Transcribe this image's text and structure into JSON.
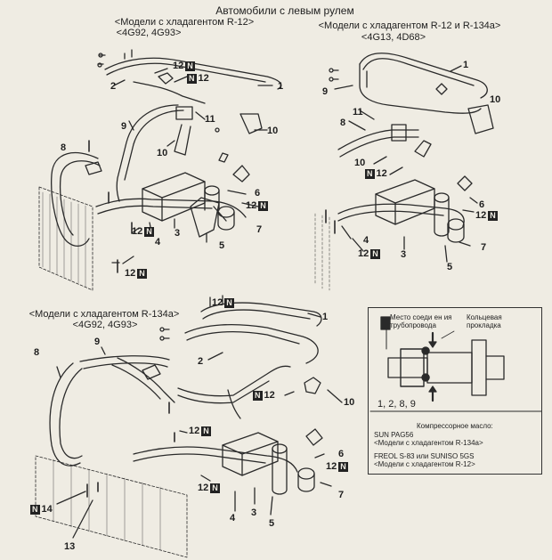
{
  "heading": "Автомобили с левым рулем",
  "sections": {
    "top_left": {
      "title": "<Модели с хладагентом R-12>",
      "engines": "<4G92, 4G93>"
    },
    "top_right": {
      "title": "<Модели с хладагентом R-12 и R-134a>",
      "engines": "<4G13, 4D68>"
    },
    "bottom_left": {
      "title": "<Модели с хладагентом R-134a>",
      "engines": "<4G92, 4G93>"
    }
  },
  "torque_badge": "N",
  "callouts": {
    "tl": [
      "12",
      "12",
      "2",
      "1",
      "11",
      "10",
      "9",
      "10",
      "8",
      "6",
      "12",
      "7",
      "5",
      "3",
      "4",
      "12",
      "12"
    ],
    "tr": [
      "1",
      "9",
      "10",
      "11",
      "8",
      "10",
      "12",
      "6",
      "12",
      "7",
      "4",
      "12",
      "3",
      "5"
    ],
    "bl": [
      "12",
      "1",
      "2",
      "8",
      "9",
      "12",
      "10",
      "12",
      "6",
      "12",
      "12",
      "7",
      "4",
      "3",
      "5",
      "14",
      "13"
    ]
  },
  "inset": {
    "label_left": "Место соеди ен ия трубопровода",
    "label_right": "Кольцевая прокладка",
    "parts": "1, 2, 8, 9",
    "oil_title": "Компрессорное масло:",
    "oil1": "SUN PAG56",
    "oil1_note": "<Модели с хладагентом R-134a>",
    "oil2": "FREOL S-83 или SUNISO 5GS",
    "oil2_note": "<Модели с хладагентом R-12>"
  }
}
